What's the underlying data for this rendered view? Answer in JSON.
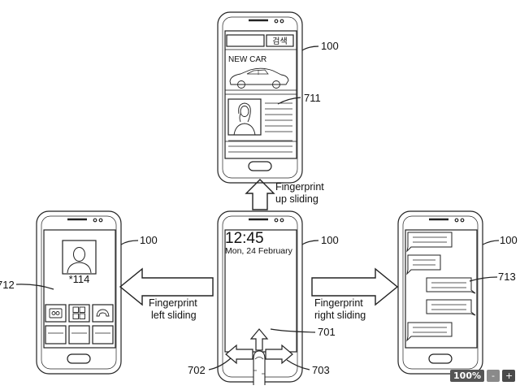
{
  "top_phone": {
    "search_button": "검색",
    "headline": "NEW CAR",
    "ref_device": "100",
    "ref_content": "711"
  },
  "up_label": [
    "Fingerprint",
    "up sliding"
  ],
  "center_phone": {
    "time": "12:45",
    "date": "Mon, 24 February",
    "ref_device": "100",
    "ref_up": "701",
    "ref_left": "702",
    "ref_right": "703"
  },
  "left_label": [
    "Fingerprint",
    "left sliding"
  ],
  "right_label": [
    "Fingerprint",
    "right sliding"
  ],
  "left_phone": {
    "contact_number": "*114",
    "ref_device": "100",
    "ref_screen": "712"
  },
  "right_phone": {
    "ref_device": "100",
    "ref_screen": "713"
  },
  "zoom": {
    "level": "100%",
    "minus": "-",
    "plus": "+"
  }
}
